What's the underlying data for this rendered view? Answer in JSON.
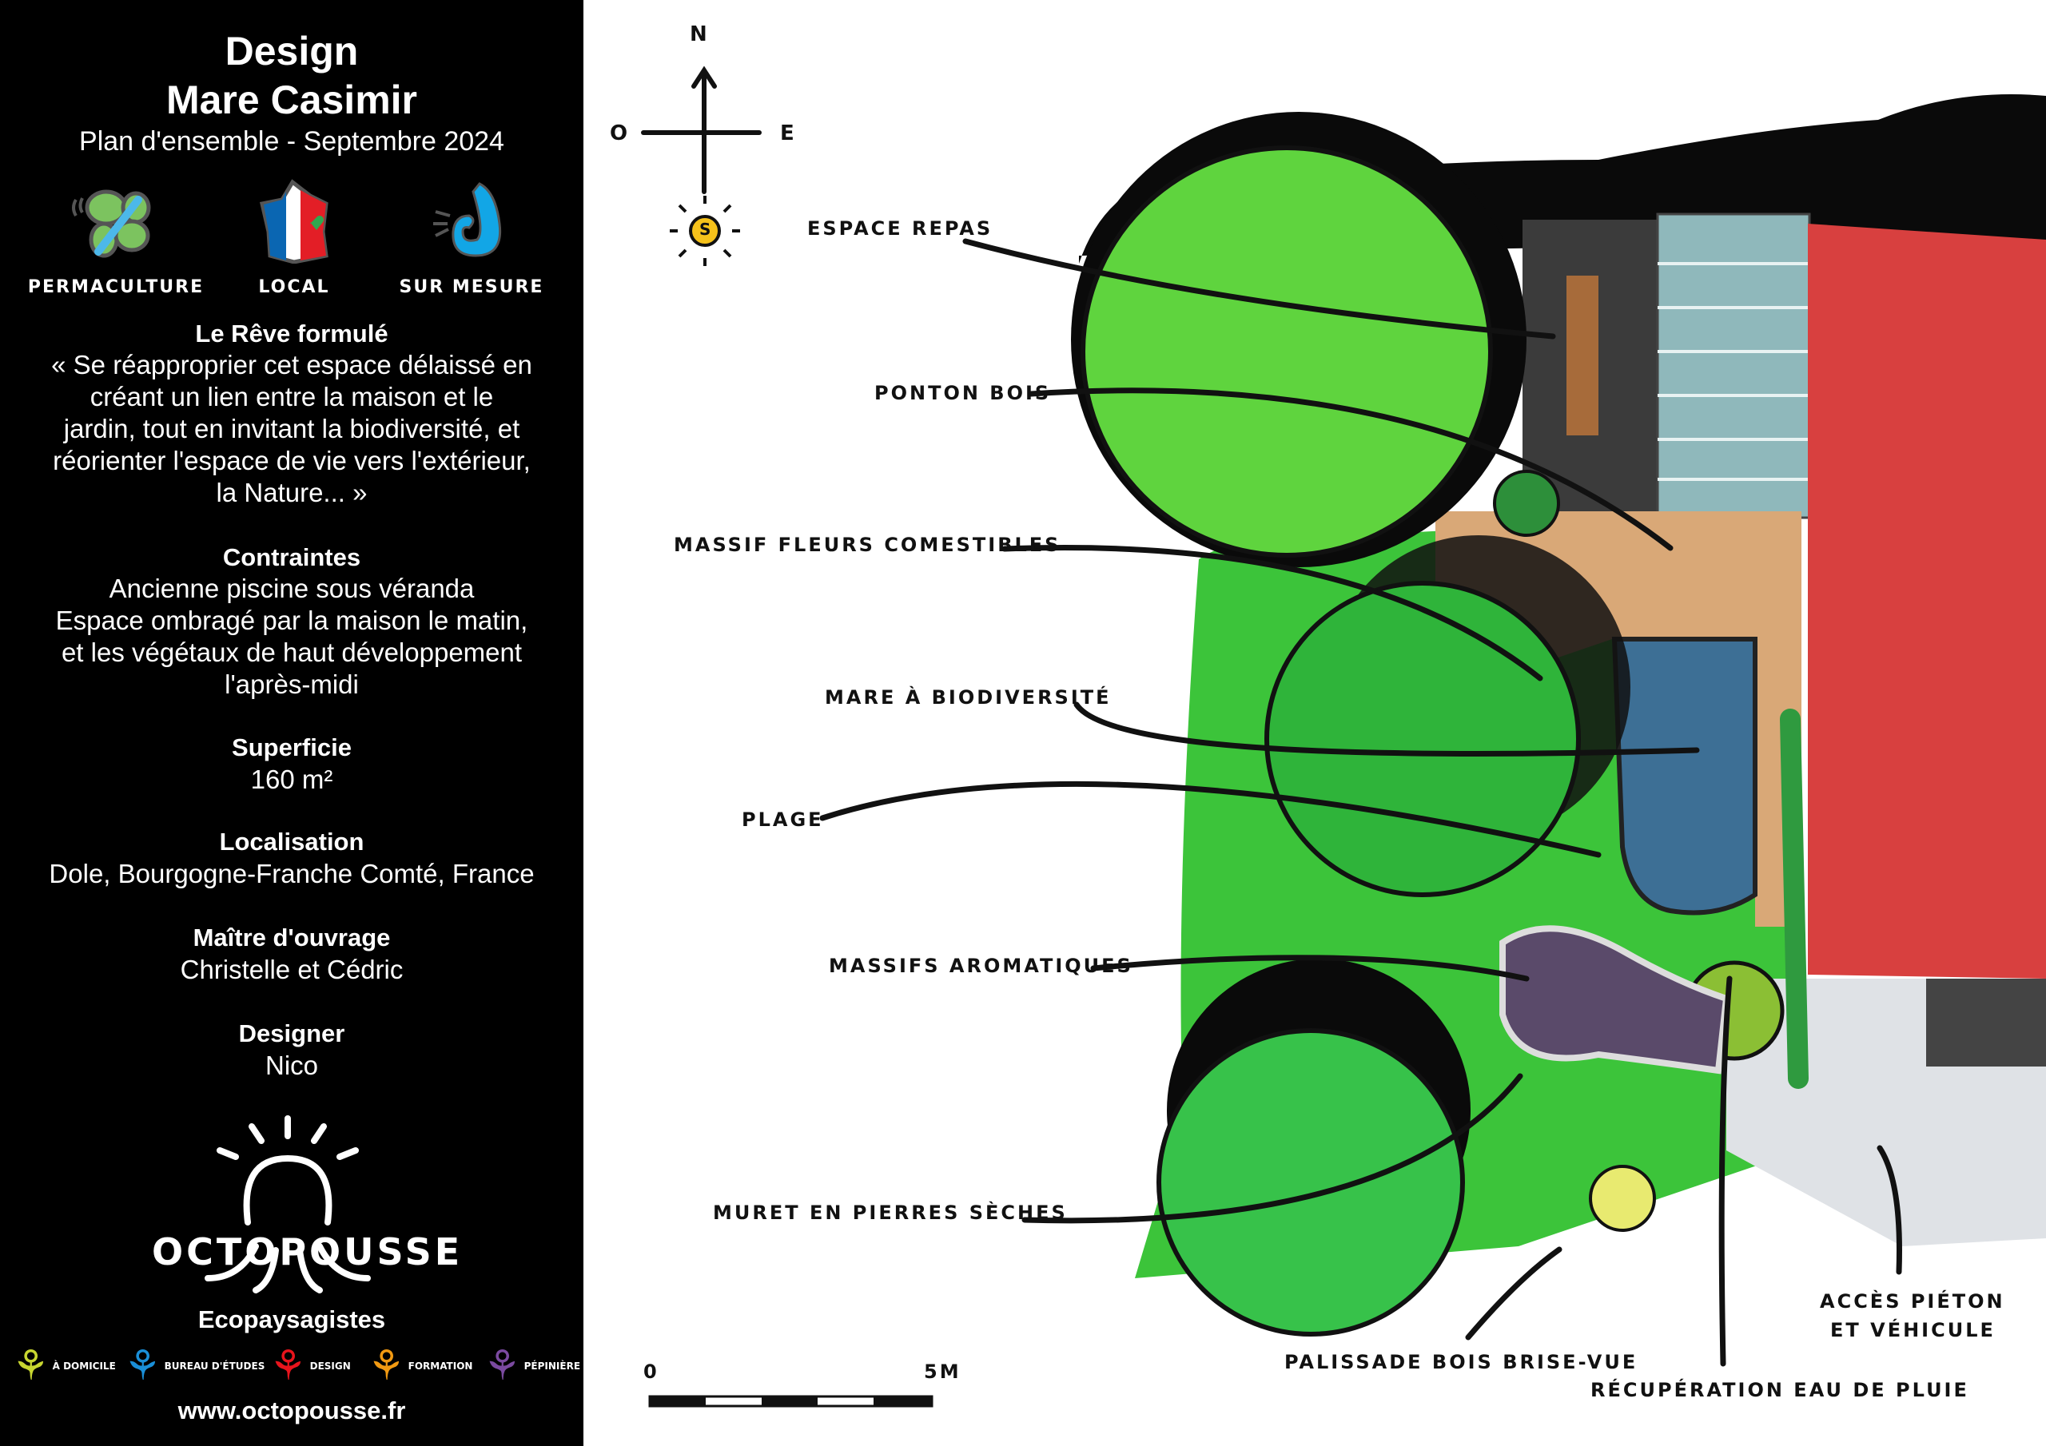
{
  "panel": {
    "title_line1": "Design",
    "title_line2": "Mare Casimir",
    "subtitle": "Plan d'ensemble - Septembre 2024",
    "features": [
      {
        "label": "PERMACULTURE",
        "icon": "butterfly-icon"
      },
      {
        "label": "LOCAL",
        "icon": "france-map-icon"
      },
      {
        "label": "SUR MESURE",
        "icon": "hand-icon"
      }
    ],
    "reve_heading": "Le Rêve formulé",
    "reve_lines": [
      "« Se réapproprier cet espace délaissé en",
      "créant un lien entre la maison et le",
      "jardin, tout en invitant la biodiversité, et",
      "réorienter l'espace de vie vers l'extérieur,",
      "la Nature... »"
    ],
    "contraintes_heading": "Contraintes",
    "contraintes_lines": [
      "Ancienne piscine sous véranda",
      "Espace ombragé par la maison le matin,",
      "et les végétaux de haut développement",
      "l'après-midi"
    ],
    "superficie_heading": "Superficie",
    "superficie_value": "160 m²",
    "localisation_heading": "Localisation",
    "localisation_value": "Dole, Bourgogne-Franche Comté, France",
    "maitre_heading": "Maître d'ouvrage",
    "maitre_value": "Christelle et Cédric",
    "designer_heading": "Designer",
    "designer_value": "Nico",
    "logo_text": "OCTOPOUSSE",
    "tagline": "Ecopaysagistes",
    "services": [
      {
        "label": "À DOMICILE",
        "color": "#c8d630"
      },
      {
        "label": "BUREAU D'ÉTUDES",
        "color": "#1a8fd8"
      },
      {
        "label": "DESIGN",
        "color": "#e8141c"
      },
      {
        "label": "FORMATION",
        "color": "#f29a12"
      },
      {
        "label": "PÉPINIÈRE",
        "color": "#7b4aa0"
      }
    ],
    "website": "www.octopousse.fr"
  },
  "map": {
    "compass": {
      "n": "N",
      "o": "O",
      "e": "E",
      "sun": "S"
    },
    "labels": {
      "espace_repas": "ESPACE REPAS",
      "ponton_bois": "PONTON BOIS",
      "massif_fleurs": "MASSIF FLEURS COMESTIBLES",
      "mare": "MARE À BIODIVERSITÉ",
      "plage": "PLAGE",
      "massifs_aromatiques": "MASSIFS AROMATIQUES",
      "muret": "MURET EN PIERRES SÈCHES",
      "palissade": "PALISSADE BOIS BRISE-VUE",
      "recuperation": "RÉCUPÉRATION EAU DE PLUIE",
      "acces_line1": "ACCÈS PIÉTON",
      "acces_line2": "ET VÉHICULE"
    },
    "scale": {
      "start": "0",
      "end": "5M"
    },
    "colors": {
      "lawn": "#3cc43a",
      "roof": "#d8403f",
      "pond": "#3d6f95",
      "terrace": "#d9a877"
    }
  }
}
